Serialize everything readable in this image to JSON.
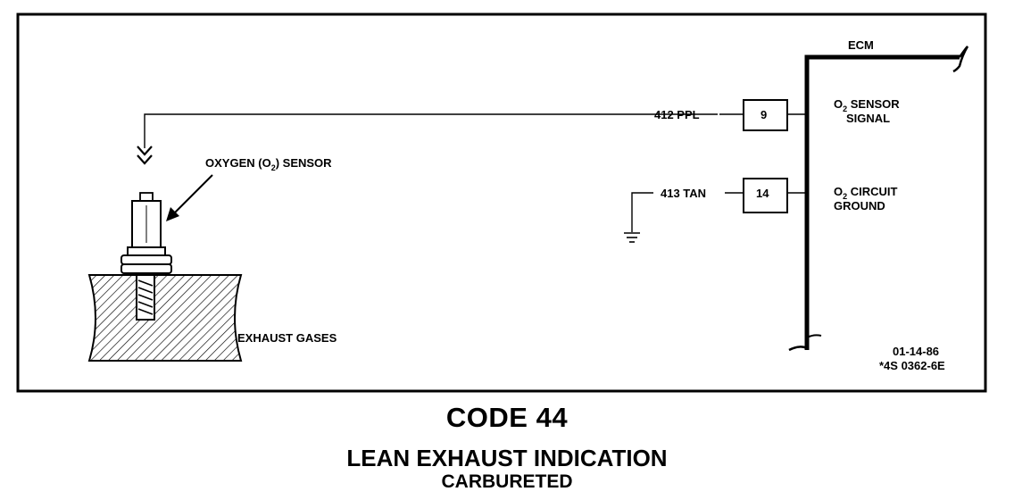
{
  "ecm_label": "ECM",
  "sensor": {
    "name_prefix": "OXYGEN (O",
    "name_sub": "2",
    "name_suffix": ") SENSOR",
    "exhaust_label": "EXHAUST GASES"
  },
  "circuits": [
    {
      "wire": "412 PPL",
      "pin": "9",
      "line1_prefix": "O",
      "line1_sub": "2",
      "line1_suffix": " SENSOR",
      "line2": "SIGNAL"
    },
    {
      "wire": "413 TAN",
      "pin": "14",
      "line1_prefix": "O",
      "line1_sub": "2",
      "line1_suffix": " CIRCUIT",
      "line2": "GROUND"
    }
  ],
  "ref": {
    "date": "01-14-86",
    "part": "*4S 0362-6E"
  },
  "caption": {
    "code": "CODE 44",
    "title": "LEAN EXHAUST INDICATION",
    "subtitle": "CARBURETED"
  }
}
